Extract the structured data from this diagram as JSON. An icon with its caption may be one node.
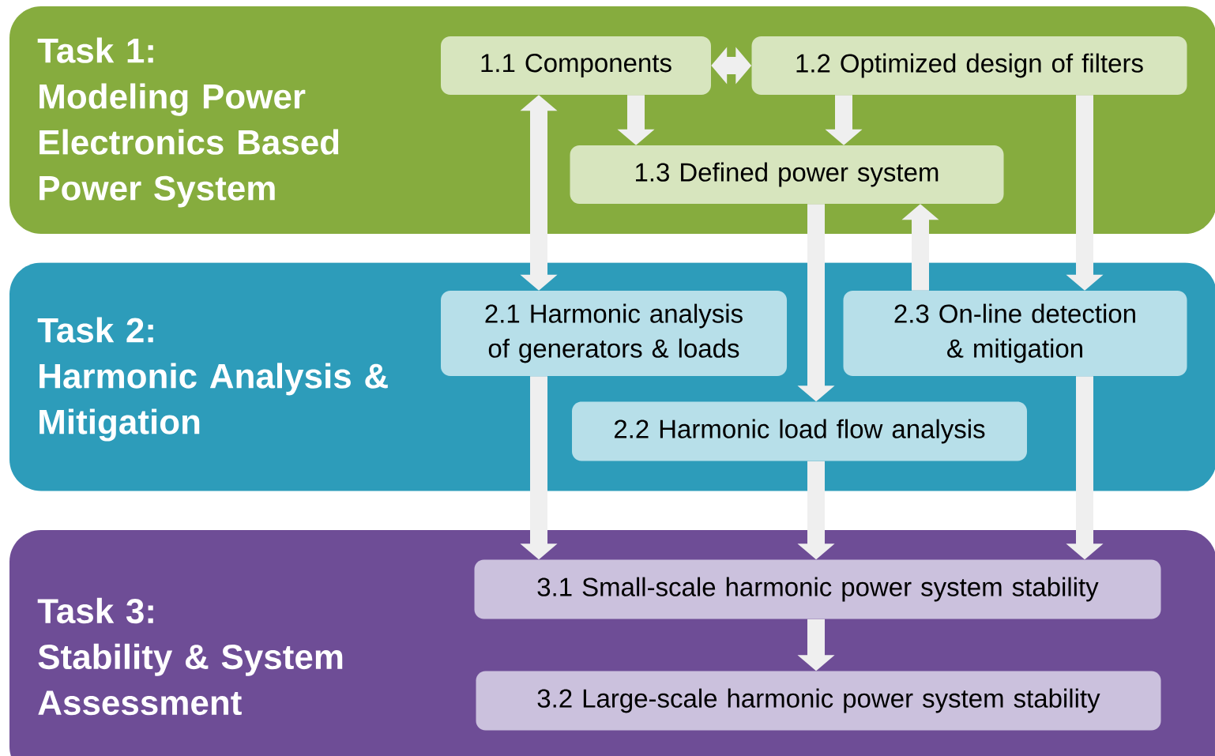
{
  "diagram": {
    "nodes": [
      {
        "text": [
          "Task 1:",
          "Modeling Power Electronics Based Power System"
        ]
      },
      {
        "text": [
          "1.1 Components"
        ],
        "in": 0
      },
      {
        "text": [
          "1.2 Optimized design of filters"
        ],
        "in": 0
      },
      {
        "text": [
          "1.3 Defined power system"
        ],
        "in": 0
      },
      {
        "text": [
          "Task 2:",
          "Harmonic Analysis & Mitigation"
        ]
      },
      {
        "text": [
          "2.1 Harmonic analysis of generators & loads"
        ],
        "in": 4
      },
      {
        "text": [
          "2.3 On-line detection & mitigation"
        ],
        "in": 4
      },
      {
        "text": [
          "2.2 Harmonic load flow analysis"
        ],
        "in": 4
      },
      {
        "text": [
          "Task 3:",
          "Stability & System Assessment"
        ]
      },
      {
        "text": [
          "3.1 Small-scale harmonic power system stability"
        ],
        "in": 8
      },
      {
        "text": [
          "3.2 Large-scale harmonic power system stability"
        ],
        "in": 8
      }
    ],
    "edges": [
      {
        "from": 1,
        "to": 2,
        "arrow": "both"
      },
      {
        "from": 1,
        "to": 3,
        "arrow": "to"
      },
      {
        "from": 2,
        "to": 3,
        "arrow": "to"
      },
      {
        "from": 1,
        "to": 5,
        "arrow": "both"
      },
      {
        "from": 3,
        "to": 7,
        "arrow": "to"
      },
      {
        "from": 6,
        "to": 3,
        "arrow": "to"
      },
      {
        "from": 2,
        "to": 6,
        "arrow": "to"
      },
      {
        "from": 5,
        "to": 9,
        "arrow": "to"
      },
      {
        "from": 7,
        "to": 9,
        "arrow": "to"
      },
      {
        "from": 6,
        "to": 9,
        "arrow": "to"
      },
      {
        "from": 9,
        "to": 10,
        "arrow": "to"
      }
    ]
  }
}
